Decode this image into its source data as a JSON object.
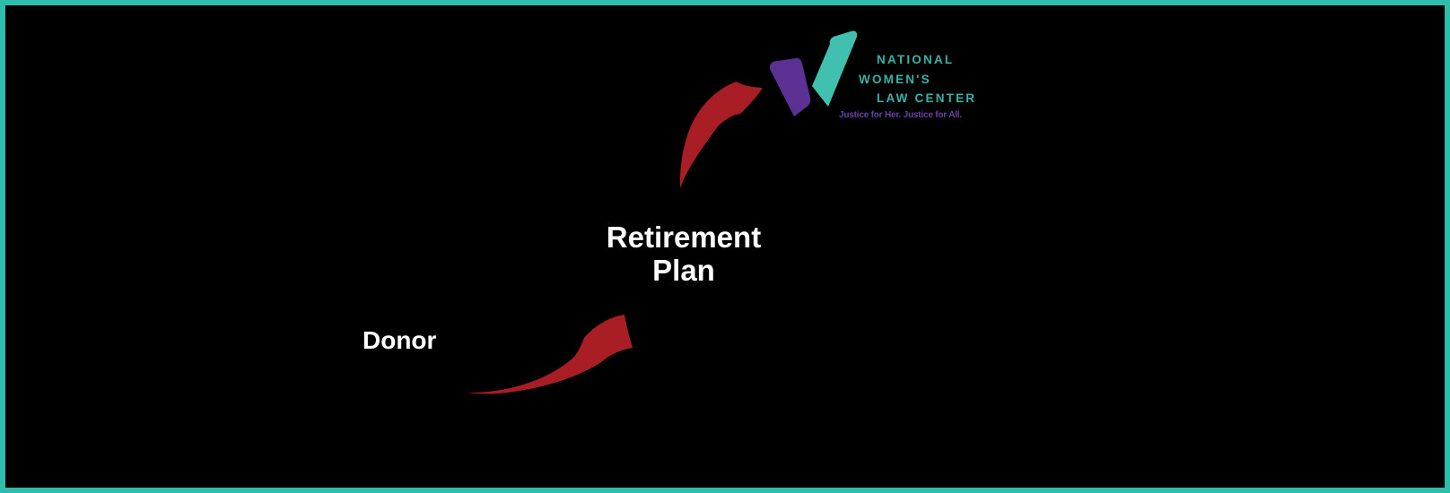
{
  "diagram": {
    "donor_label": "Donor",
    "retirement_label_line1": "Retirement",
    "retirement_label_line2": "Plan",
    "arrow_1_meaning": "Donor gives to Retirement Plan",
    "arrow_2_meaning": "Retirement Plan gives to National Women's Law Center"
  },
  "logo": {
    "org_name_line1": "NATIONAL",
    "org_name_line2": "WOMEN'S",
    "org_name_line3": "LAW CENTER",
    "tagline": "Justice for Her. Justice for All."
  },
  "colors": {
    "background": "#000000",
    "border_teal": "#2EBCAB",
    "logo_teal": "#41BFAF",
    "logo_text_teal": "#38B2A6",
    "logo_purple": "#5C3193",
    "tagline_purple": "#6B3FA4",
    "arrow_red": "#A81E24",
    "label_white": "#FFFFFF"
  }
}
